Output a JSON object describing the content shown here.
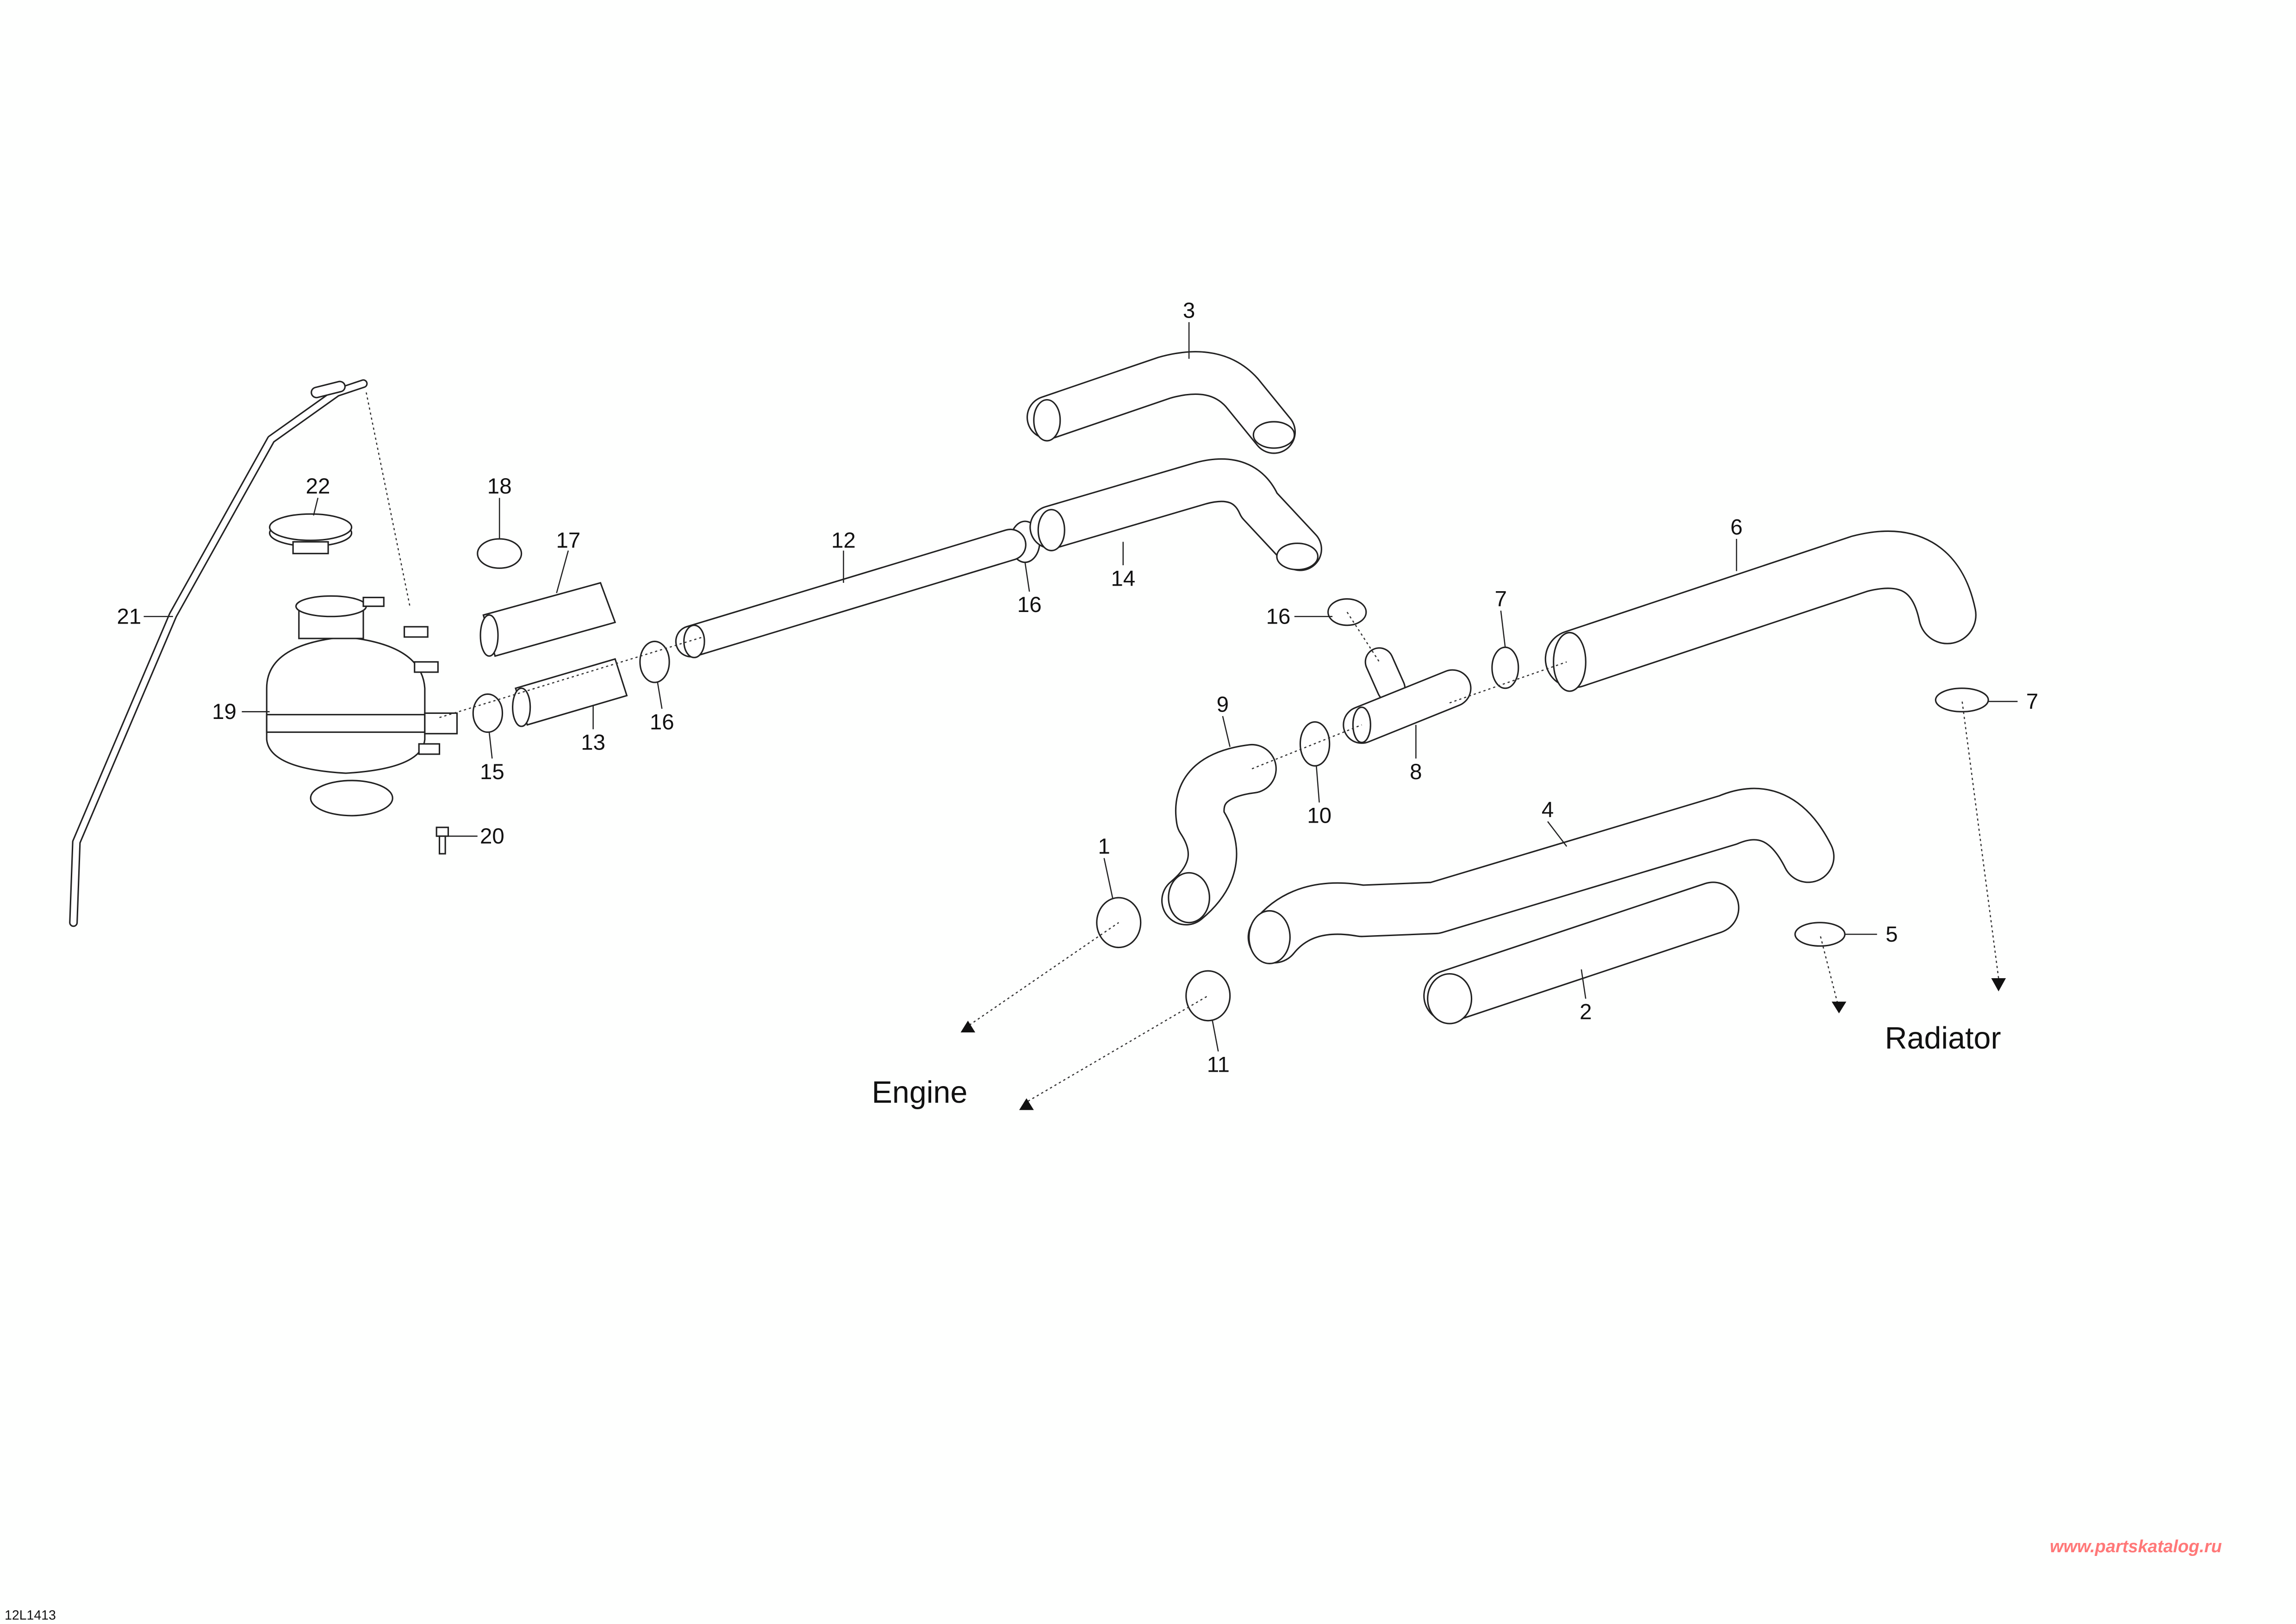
{
  "diagram": {
    "callouts": {
      "c1": "1",
      "c2": "2",
      "c3": "3",
      "c4": "4",
      "c5": "5",
      "c6": "6",
      "c7a": "7",
      "c7b": "7",
      "c8": "8",
      "c9": "9",
      "c10": "10",
      "c11": "11",
      "c12": "12",
      "c13": "13",
      "c14": "14",
      "c15": "15",
      "c16a": "16",
      "c16b": "16",
      "c16c": "16",
      "c17": "17",
      "c18": "18",
      "c19": "19",
      "c20": "20",
      "c21": "21",
      "c22": "22"
    },
    "destinations": {
      "engine": "Engine",
      "radiator": "Radiator"
    },
    "drawing_code": "12L1413",
    "watermark": "www.partskatalog.ru"
  },
  "colors": {
    "line": "#222222",
    "watermark": "#ff7878"
  }
}
